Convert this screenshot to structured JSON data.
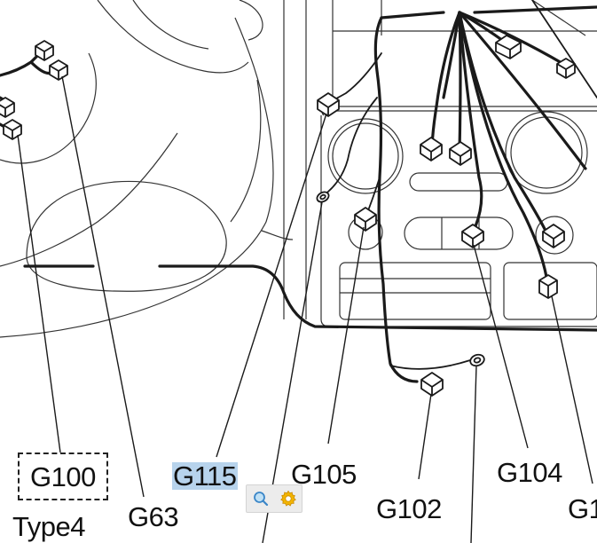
{
  "labels": {
    "g100": "G100",
    "type4": "Type4",
    "g63": "G63",
    "g115": "G115",
    "g105": "G105",
    "g102": "G102",
    "g104": "G104",
    "g1_partial": "G1"
  },
  "selection": {
    "highlighted_label": "G115",
    "highlight_color": "#b7d3ec"
  },
  "mini_toolbar": {
    "buttons": [
      {
        "icon": "search-icon"
      },
      {
        "icon": "gear-icon"
      }
    ]
  },
  "colors": {
    "line": "#1a1a1a",
    "background": "#ffffff"
  }
}
